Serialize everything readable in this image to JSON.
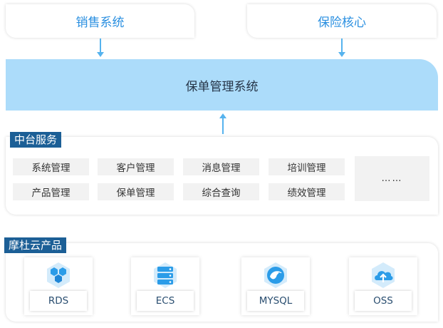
{
  "top_systems": [
    "销售系统",
    "保险核心"
  ],
  "core_system": "保单管理系统",
  "middle_platform": {
    "title": "中台服务",
    "services": [
      "系统管理",
      "客户管理",
      "消息管理",
      "培训管理",
      "产品管理",
      "保单管理",
      "综合查询",
      "绩效管理"
    ],
    "more": "……"
  },
  "cloud_products": {
    "title": "摩杜云产品",
    "items": [
      {
        "label": "RDS",
        "icon": "hexagon-cluster-icon"
      },
      {
        "label": "ECS",
        "icon": "server-stack-icon"
      },
      {
        "label": "MYSQL",
        "icon": "dolphin-icon"
      },
      {
        "label": "OSS",
        "icon": "cloud-upload-icon"
      }
    ]
  },
  "colors": {
    "accent": "#2a8fe0",
    "core_fill": "#acdcfa",
    "tag_fill": "#1c5f96",
    "icon_dark": "#2b9ce8",
    "icon_light": "#a7d8f8"
  }
}
